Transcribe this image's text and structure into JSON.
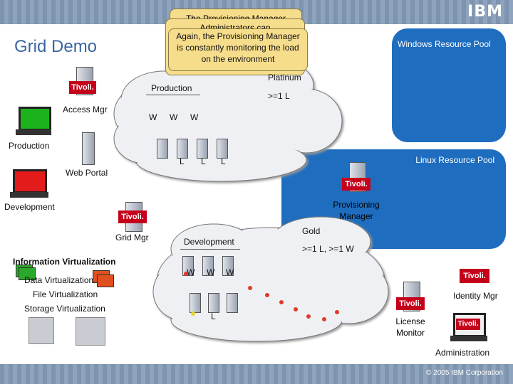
{
  "header": {
    "logo_text": "IBM"
  },
  "title": "Grid Demo",
  "callout": {
    "back_text": "The Provisioning Manager",
    "mid_text": "Administrators can",
    "front_text": "Again, the Provisioning Manager is constantly monitoring the load on the environment"
  },
  "pools": {
    "windows": "Windows Resource Pool",
    "linux": "Linux Resource Pool"
  },
  "cloud_top": {
    "production": "Production",
    "platinum": "Platinum",
    "platinum_rule": ">=1 L",
    "windows_servers": [
      "W",
      "W",
      "W"
    ],
    "linux_servers": [
      "L",
      "L",
      "L"
    ]
  },
  "cloud_bottom": {
    "development": "Development",
    "gold": "Gold",
    "gold_rule": ">=1 L, >=1 W",
    "windows_servers": [
      "W",
      "W",
      "W"
    ],
    "linux_servers": [
      "L"
    ]
  },
  "left_nodes": {
    "access_mgr": "Access Mgr",
    "production": "Production",
    "web_portal": "Web Portal",
    "development": "Development",
    "grid_mgr": "Grid Mgr"
  },
  "info_virt": {
    "title": "Information Virtualization",
    "items": [
      "Data Virtualization",
      "File Virtualization",
      "Storage Virtualization"
    ]
  },
  "right_nodes": {
    "provisioning_manager": "Provisioning Manager",
    "identity_mgr": "Identity Mgr",
    "license_monitor": "License Monitor",
    "administration": "Administration"
  },
  "brand": "Tivoli.",
  "footer": "© 2005 IBM Corporation",
  "colors": {
    "pool_blue": "#1f6dbf",
    "title_blue": "#3a65a2",
    "note_yellow": "#f6dd8c",
    "tivoli_red": "#c4001b"
  }
}
